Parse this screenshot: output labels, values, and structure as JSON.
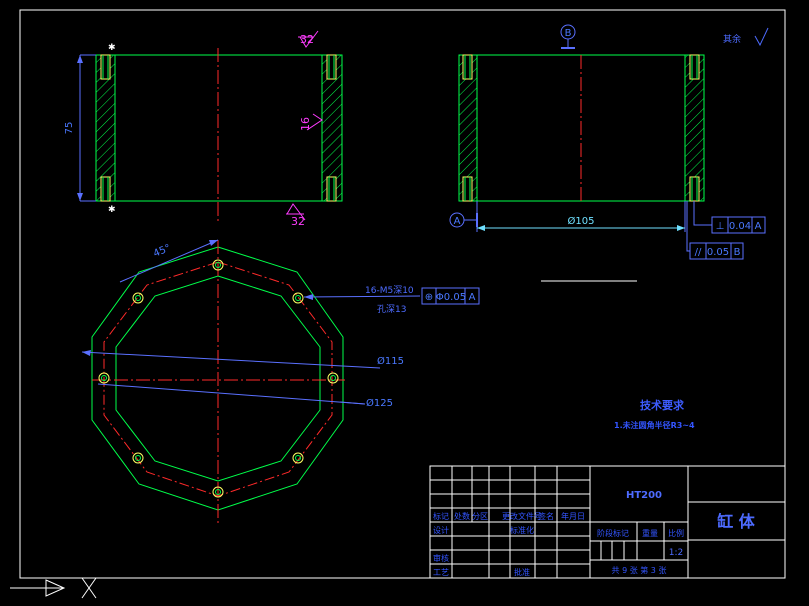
{
  "front_view": {
    "dim_height": "75",
    "roughness_top": "32",
    "roughness_bottom": "32",
    "roughness_side": "16"
  },
  "side_view": {
    "datum_b": "B",
    "datum_a": "A",
    "dim_diameter": "Ø105",
    "roughness_other": "其余",
    "tolerance_1": {
      "symbol": "⊥",
      "value": "0.04",
      "datum": "A"
    },
    "tolerance_2": {
      "symbol": "//",
      "value": "0.05",
      "datum": "B"
    }
  },
  "top_view": {
    "angle_label": "45°",
    "hole_callout_line1": "16-M5深10",
    "hole_callout_line2": "孔深13",
    "position_tolerance": {
      "symbol": "⊕",
      "value": "Φ0.05",
      "datum": "A"
    },
    "dim_inner": "Ø115",
    "dim_outer": "Ø125"
  },
  "tech_requirements": {
    "title": "技术要求",
    "item1": "1.未注圆角半径R3~4"
  },
  "title_block": {
    "material": "HT200",
    "part_name": "缸 体",
    "scale": "1:2",
    "sheet_info": "共 9 张  第 3 张",
    "headers": [
      "标记",
      "处数",
      "分区",
      "更改文件号",
      "签名",
      "年月日"
    ],
    "roles": [
      "设计",
      "审核",
      "工艺"
    ],
    "std_label": "标准化",
    "approve_label": "批准",
    "stage_labels": [
      "阶段标记",
      "重量",
      "比例"
    ]
  },
  "colors": {
    "outline": "#00ff4a",
    "center_line": "#ff2a2a",
    "dimension": "#5a70ff",
    "roughness": "#ff3cff",
    "hatch": "#00ff4a",
    "hole": "#ffff66",
    "frame": "#ffffff"
  },
  "icons": [
    "ucs-axis-icon"
  ]
}
